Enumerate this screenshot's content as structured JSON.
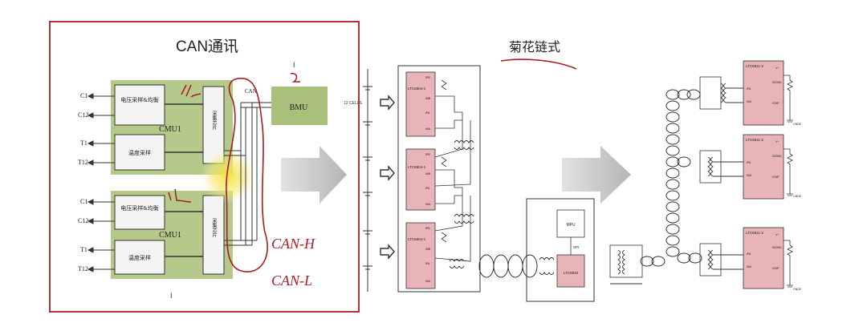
{
  "left_title": "CAN通讯",
  "right_title": "菊花链式",
  "colors": {
    "frame_red": "#b0333a",
    "cmu_green": "#b4c98a",
    "bmu_green": "#a8c07a",
    "chip_pink": "#e8b4b8",
    "ink_red": "#a81c24",
    "highlight_yellow": "#f2e24a",
    "arrow_gray": "#bfbfbf"
  },
  "can_side": {
    "cmu_modules": [
      {
        "label": "CMU1",
        "voltage_block": "电压采样&均衡",
        "temp_block": "温度采样",
        "chip": "采集芯片",
        "pins": [
          "C1",
          "C12",
          "T1",
          "T12"
        ],
        "annotation": "h"
      },
      {
        "label": "CMU1",
        "voltage_block": "电压采样&均衡",
        "temp_block": "温度采样",
        "chip": "采集芯片",
        "pins": [
          "C1",
          "C12",
          "T1",
          "T12"
        ],
        "annotation": "h"
      }
    ],
    "bmu_label": "BMU",
    "bus_label": "CAN",
    "handwritten_can_h": "CAN-H",
    "handwritten_can_l": "CAN-L",
    "marker_top": "I",
    "marker_bottom": "I",
    "marker_annot": "2"
  },
  "daisy_side": {
    "left_chips": [
      {
        "name": "LTC6804-1",
        "pins": [
          "IPB",
          "IMB",
          "IPA",
          "IMA"
        ]
      },
      {
        "name": "LTC6804-1",
        "pins": [
          "IPB",
          "IMB",
          "IPA",
          "IMA"
        ]
      },
      {
        "name": "LTC6804-1",
        "pins": [
          "IPB",
          "IMB",
          "IPA",
          "IMA"
        ]
      }
    ],
    "stack_label": "12 CELLS",
    "mpu_label": "MPU",
    "spi_label": "SPI",
    "converter_label": "LTC6820",
    "right_chips": [
      {
        "name": "LTC6811-2",
        "pins": [
          "V+",
          "ISOMD",
          "IPA",
          "IMA",
          "ICMP"
        ],
        "gnd": "GNDE"
      },
      {
        "name": "LTC6811-2",
        "pins": [
          "V+",
          "ISOMD",
          "IPA",
          "IMA",
          "ICMP"
        ],
        "gnd": "GNDE"
      },
      {
        "name": "LTC6811-2",
        "pins": [
          "V+",
          "ISOMD",
          "IPA",
          "IMA",
          "ICMP"
        ],
        "gnd": "GNDE"
      }
    ]
  }
}
